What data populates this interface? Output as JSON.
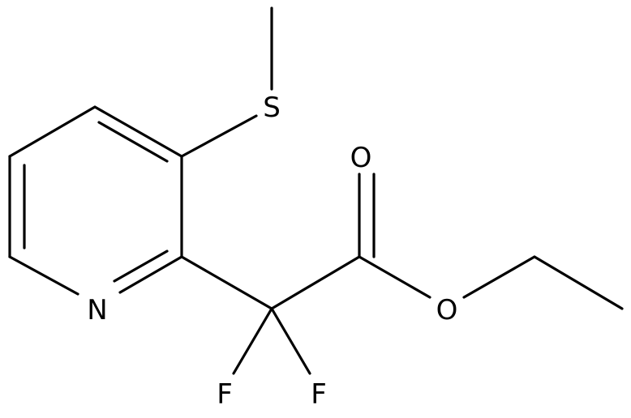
{
  "molecule": {
    "atoms": {
      "sulfur": "S",
      "nitrogen": "N",
      "carbonyl_oxygen": "O",
      "ester_oxygen": "O",
      "fluorine_left": "F",
      "fluorine_right": "F"
    }
  },
  "colors": {
    "bond": "#000000",
    "label": "#000000",
    "background": "#ffffff"
  }
}
